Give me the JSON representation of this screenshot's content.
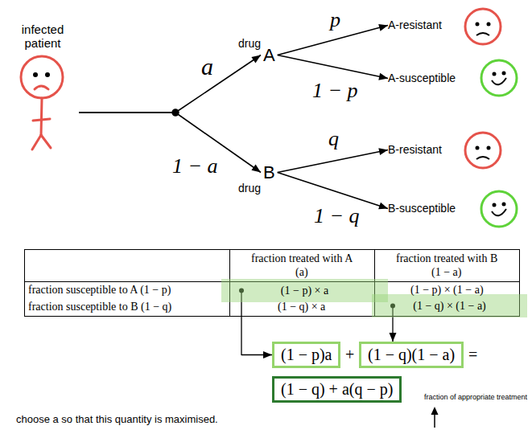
{
  "diagram": {
    "nodes": [
      {
        "text": [
          "infected patient"
        ]
      },
      {
        "text": [
          "drug",
          "A"
        ]
      },
      {
        "text": [
          "drug",
          "B"
        ]
      },
      {
        "text": [
          "A-resistant"
        ]
      },
      {
        "text": [
          "A-susceptible"
        ]
      },
      {
        "text": [
          "B-resistant"
        ]
      },
      {
        "text": [
          "B-susceptible"
        ]
      },
      {
        "text": [
          "(1 − p) × a"
        ]
      },
      {
        "text": [
          "(1 − q) × (1 − a)"
        ]
      },
      {
        "text": [
          "(1 − p)a"
        ]
      },
      {
        "text": [
          "(1 − q)(1 − a)"
        ]
      },
      {
        "text": [
          "(1 − q) + a(q − p)"
        ]
      }
    ],
    "edges": [
      {
        "from": 0,
        "to": 1,
        "label": "a",
        "arrow": "to"
      },
      {
        "from": 0,
        "to": 2,
        "label": "1 − a",
        "arrow": "to"
      },
      {
        "from": 1,
        "to": 3,
        "label": "p",
        "arrow": "to"
      },
      {
        "from": 1,
        "to": 4,
        "label": "1 − p",
        "arrow": "to"
      },
      {
        "from": 2,
        "to": 5,
        "label": "q",
        "arrow": "to"
      },
      {
        "from": 2,
        "to": 6,
        "label": "1 − q",
        "arrow": "to"
      },
      {
        "from": 7,
        "to": 9,
        "arrow": "to"
      },
      {
        "from": 8,
        "to": 10,
        "arrow": "to"
      }
    ],
    "labels": [
      "fraction treated with A",
      "(a)",
      "fraction treated with B",
      "(1 − a)",
      "fraction susceptible to A (1 − p)",
      "(1 − p) × (1 − a)",
      "fraction susceptible to B (1 − q)",
      "(1 − q) × a",
      "+",
      "=",
      "fraction of appropriate treatment",
      "choose a so that this quantity is maximised."
    ]
  }
}
